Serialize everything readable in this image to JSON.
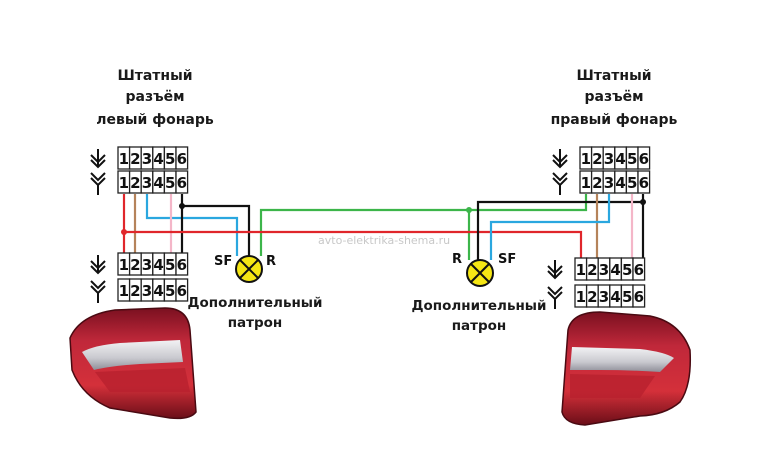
{
  "watermark": "avto-elektrika-shema.ru",
  "left": {
    "title_lines": [
      "Штатный",
      "разъём",
      "левый фонарь"
    ],
    "lamp_caption_lines": [
      "Дополнительный",
      "патрон"
    ],
    "lamp_labels": {
      "sf": "SF",
      "r": "R"
    }
  },
  "right": {
    "title_lines": [
      "Штатный",
      "разъём",
      "правый фонарь"
    ],
    "lamp_caption_lines": [
      "Дополнительный",
      "патрон"
    ],
    "lamp_labels": {
      "sf": "SF",
      "r": "R"
    }
  },
  "connectors": [
    {
      "id": "left-top-female",
      "side": "left",
      "kind": "female",
      "pins": [
        "1",
        "2",
        "3",
        "4",
        "5",
        "6"
      ]
    },
    {
      "id": "left-top-male",
      "side": "left",
      "kind": "male",
      "pins": [
        "1",
        "2",
        "3",
        "4",
        "5",
        "6"
      ]
    },
    {
      "id": "left-bottom-female",
      "side": "left",
      "kind": "female",
      "pins": [
        "1",
        "2",
        "3",
        "4",
        "5",
        "6"
      ]
    },
    {
      "id": "left-bottom-male",
      "side": "left",
      "kind": "male",
      "pins": [
        "1",
        "2",
        "3",
        "4",
        "5",
        "6"
      ]
    },
    {
      "id": "right-top-female",
      "side": "right",
      "kind": "female",
      "pins": [
        "1",
        "2",
        "3",
        "4",
        "5",
        "6"
      ]
    },
    {
      "id": "right-top-male",
      "side": "right",
      "kind": "male",
      "pins": [
        "1",
        "2",
        "3",
        "4",
        "5",
        "6"
      ]
    },
    {
      "id": "right-bottom-female",
      "side": "right",
      "kind": "female",
      "pins": [
        "1",
        "2",
        "3",
        "4",
        "5",
        "6"
      ]
    },
    {
      "id": "right-bottom-male",
      "side": "right",
      "kind": "male",
      "pins": [
        "1",
        "2",
        "3",
        "4",
        "5",
        "6"
      ]
    }
  ],
  "wire_colors": {
    "red": "#e0262b",
    "brown": "#b5835a",
    "blue": "#2aa7df",
    "pink": "#f4b6c8",
    "black": "#111111",
    "green": "#3cb54a"
  },
  "wires": [
    {
      "name": "left-pin1-red",
      "color": "red",
      "from": "left-top-male pin 1",
      "to": "left-bottom-female pin 1"
    },
    {
      "name": "left-pin2-brown",
      "color": "brown",
      "from": "left-top-male pin 2",
      "to": "left-bottom-female pin 2"
    },
    {
      "name": "left-pin3-blue",
      "color": "blue",
      "from": "left-top-male pin 3",
      "to": "left lamp SF"
    },
    {
      "name": "left-pin5-pink",
      "color": "pink",
      "from": "left-top-male pin 5",
      "to": "left-bottom-female pin 5"
    },
    {
      "name": "left-pin6-black",
      "color": "black",
      "from": "left-top-male pin 6",
      "to": "left-bottom-female pin 6 / left lamp"
    },
    {
      "name": "green-cross",
      "color": "green",
      "from": "right-top-male pin 1",
      "to": "left lamp R / right lamp R"
    },
    {
      "name": "red-cross",
      "color": "red",
      "from": "left pin 1 line",
      "to": "right-bottom-female pin 1"
    },
    {
      "name": "black-cross",
      "color": "black",
      "from": "right-top-male pin 6",
      "to": "right lamp"
    },
    {
      "name": "right-pin2-brown",
      "color": "brown",
      "from": "right-top-male pin 2",
      "to": "right-bottom-female pin 2"
    },
    {
      "name": "right-pin3-blue",
      "color": "blue",
      "from": "right-top-male pin 3",
      "to": "right lamp SF"
    },
    {
      "name": "right-pin5-pink",
      "color": "pink",
      "from": "right-top-male pin 5",
      "to": "right-bottom-female pin 5"
    },
    {
      "name": "right-pin6-black",
      "color": "black",
      "from": "right-top-male pin 6",
      "to": "right-bottom-female pin 6"
    }
  ],
  "lamp_color": "#f5e614"
}
